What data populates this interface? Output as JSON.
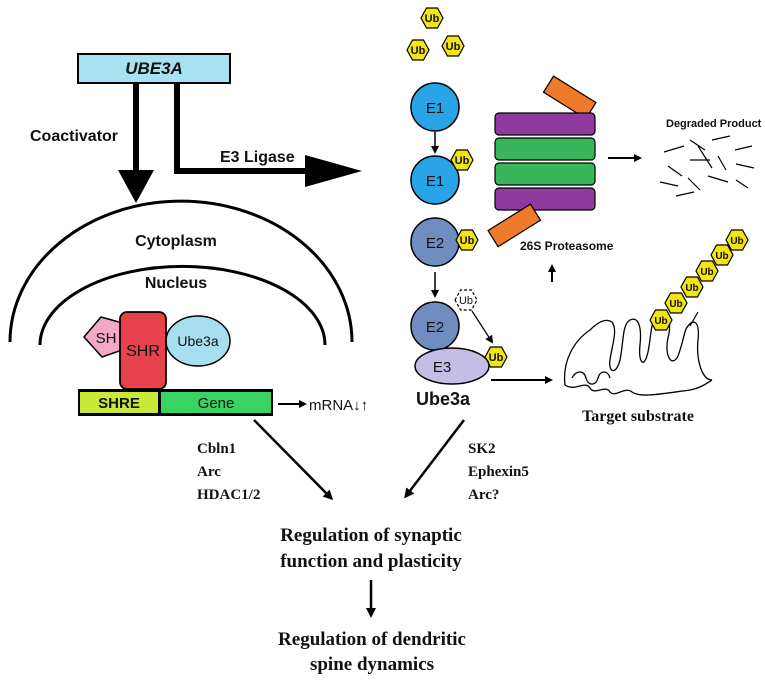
{
  "gene": {
    "name": "UBE3A"
  },
  "left_pathway": {
    "coactivator_label": "Coactivator",
    "cytoplasm_label": "Cytoplasm",
    "nucleus_label": "Nucleus",
    "sh_label": "SH",
    "shr_label": "SHR",
    "ube3a_small_label": "Ube3a",
    "shre_label": "SHRE",
    "gene_box_label": "Gene",
    "mrna_label": "mRNA↓↑",
    "targets": [
      "Cbln1",
      "Arc",
      "HDAC1/2"
    ]
  },
  "right_pathway": {
    "e3_ligase_label": "E3 Ligase",
    "ub_label": "Ub",
    "e1_label": "E1",
    "e2_label": "E2",
    "e3_label": "E3",
    "ube3a_label": "Ube3a",
    "proteasome_label": "26S Proteasome",
    "degraded_label": "Degraded Product",
    "target_substrate_label": "Target substrate",
    "targets": [
      "SK2",
      "Ephexin5",
      "Arc?"
    ]
  },
  "outcomes": {
    "synaptic_line1": "Regulation of synaptic",
    "synaptic_line2": "function and plasticity",
    "dendritic_line1": "Regulation of dendritic",
    "dendritic_line2": "spine dynamics"
  },
  "colors": {
    "ube3a_box": "#a8e2f2",
    "sh": "#f4a8c8",
    "shr": "#e8434c",
    "ube3a_small": "#a8dff0",
    "shre": "#c8ea36",
    "gene": "#38d462",
    "ub": "#f3e414",
    "e1": "#2aa4e8",
    "e2": "#6f8dbf",
    "e3": "#c4bde6",
    "proteasome_outer": "#8e3a9e",
    "proteasome_inner": "#3ab55a",
    "proteasome_cap": "#f07a2c"
  }
}
